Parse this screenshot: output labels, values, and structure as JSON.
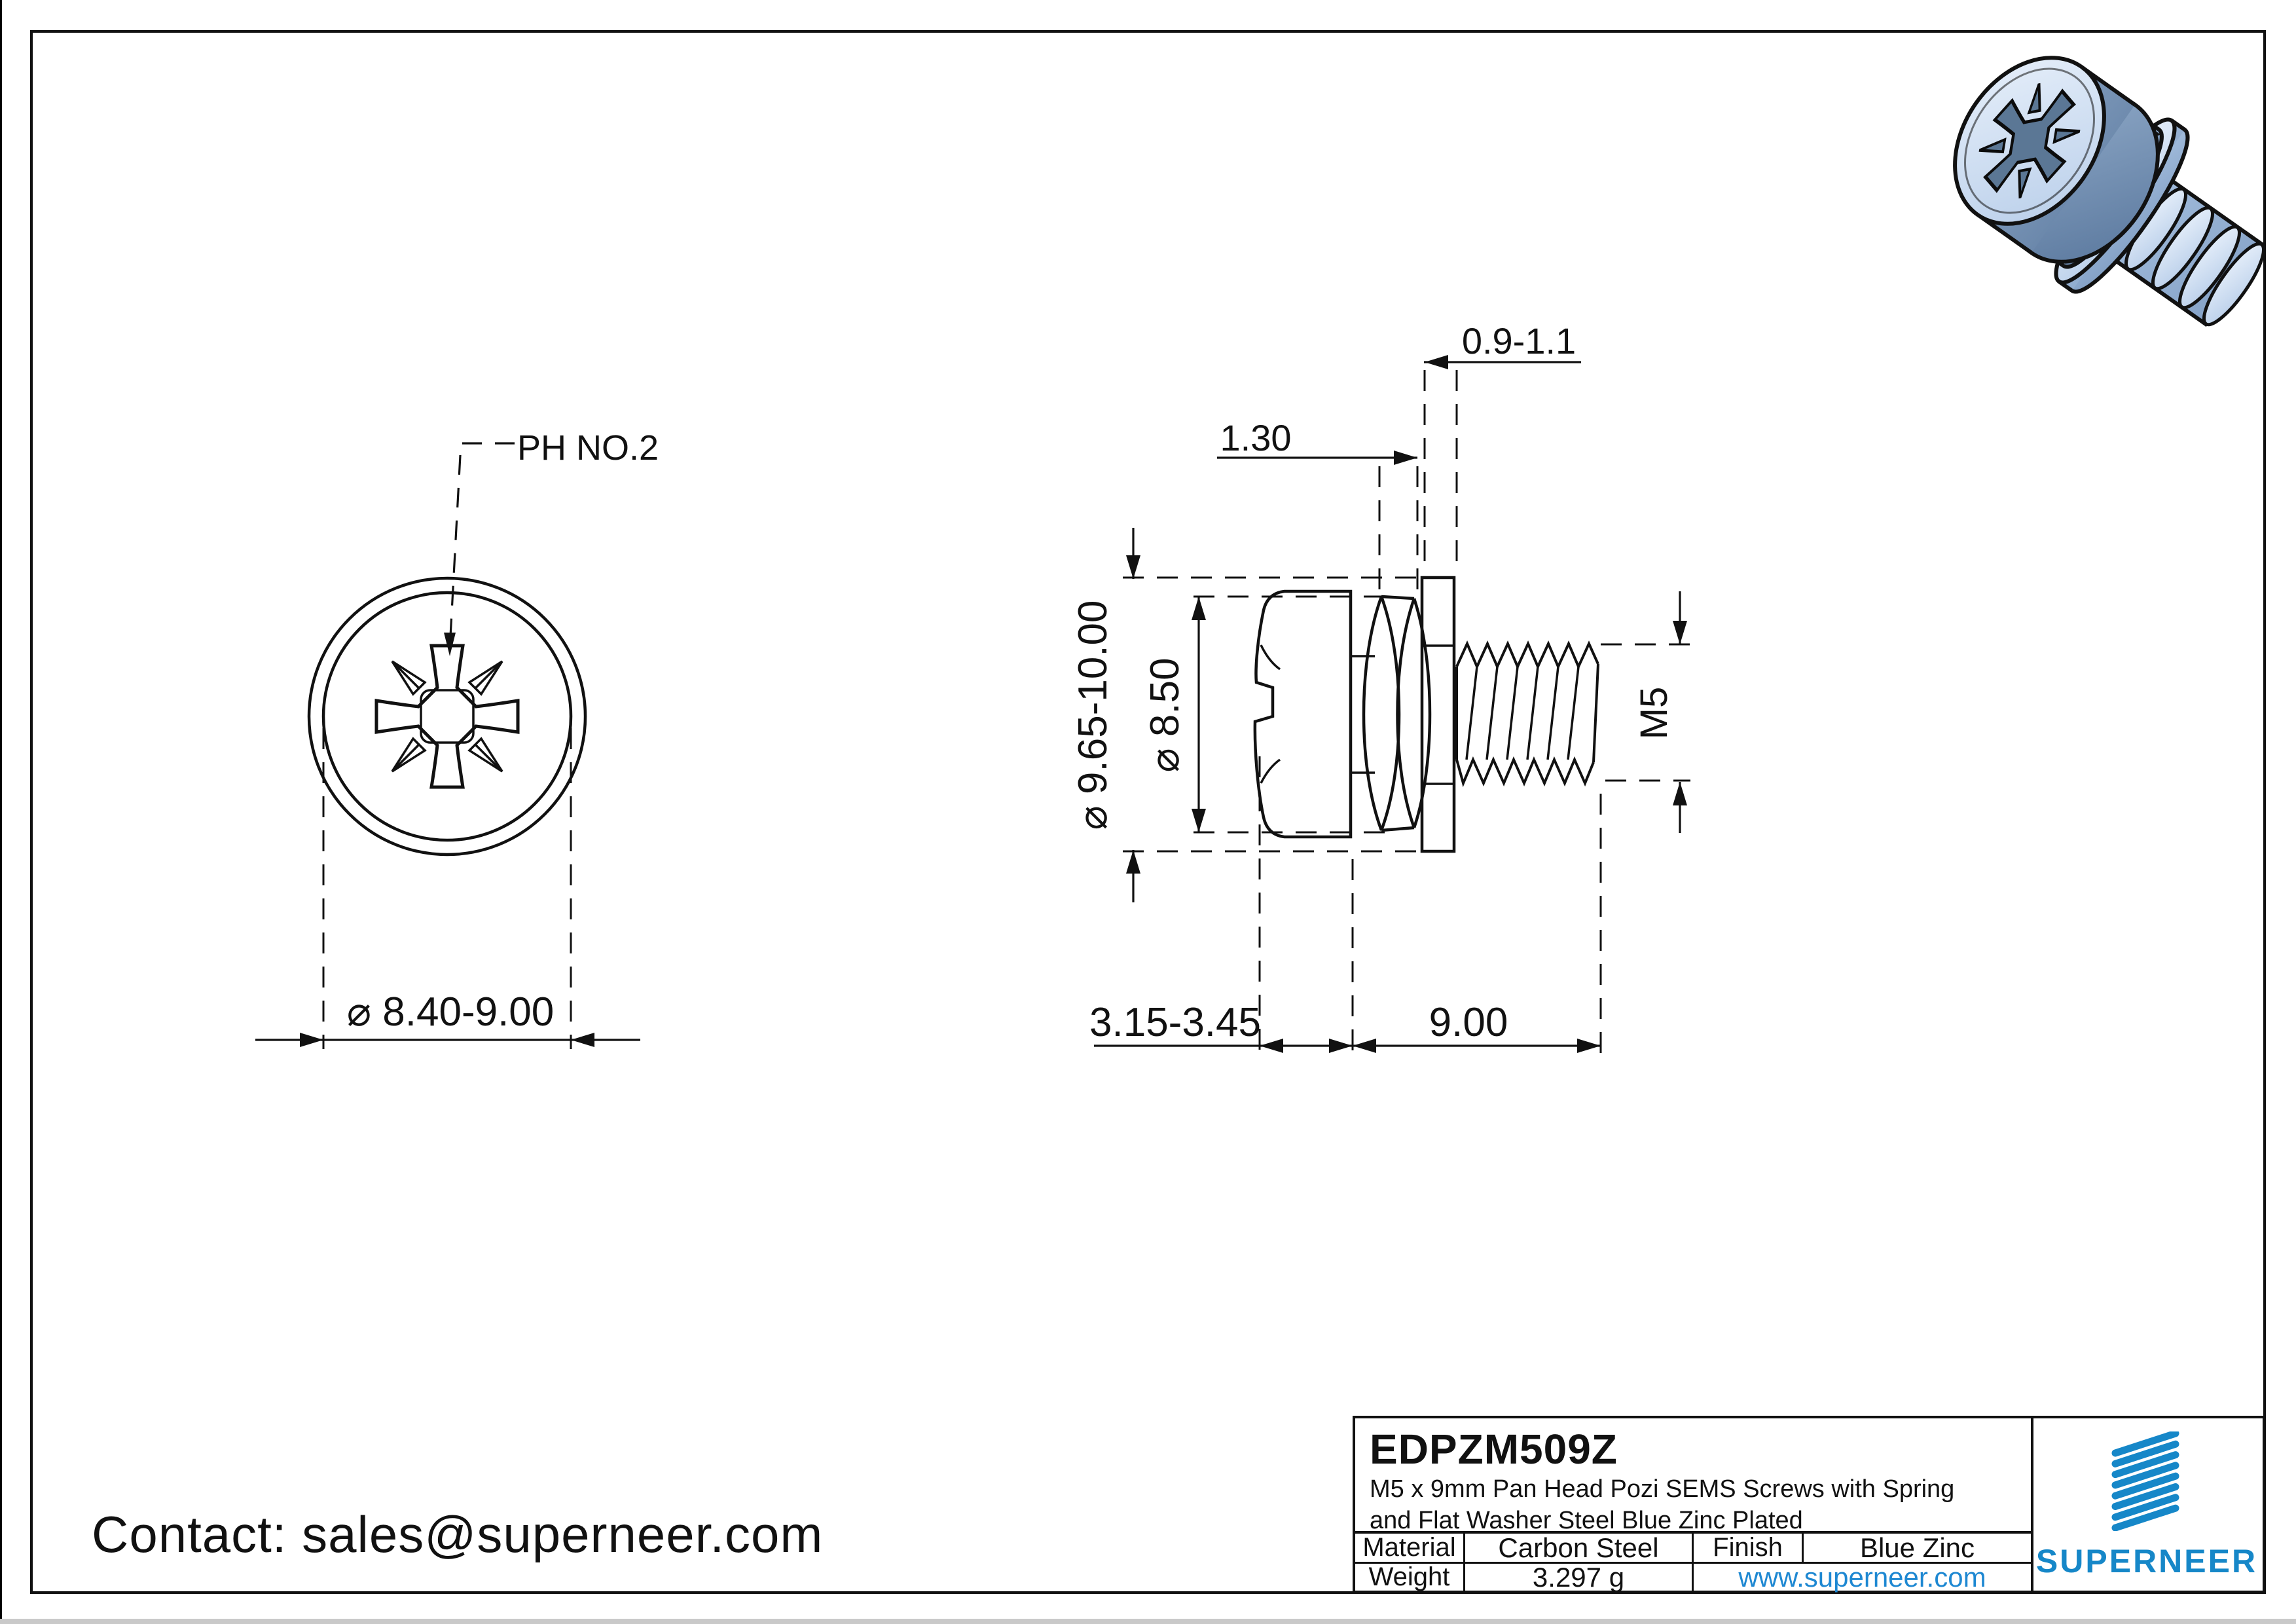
{
  "contact": {
    "label": "Contact: sales@superneer.com"
  },
  "front_view": {
    "drive_note": "PH NO.2",
    "head_diameter": "⌀ 8.40-9.00"
  },
  "side_view": {
    "flat_washer_thickness": "0.9-1.1",
    "spring_washer_thickness": "1.30",
    "flat_washer_od": "⌀ 9.65-10.00",
    "spring_washer_od": "⌀ 8.50",
    "thread_spec": "M5",
    "head_height": "3.15-3.45",
    "thread_length": "9.00"
  },
  "title_block": {
    "part_number": "EDPZM509Z",
    "description": "M5 x 9mm Pan Head Pozi SEMS Screws with Spring and Flat Washer Steel Blue Zinc Plated",
    "material_label": "Material",
    "material_value": "Carbon Steel",
    "finish_label": "Finish",
    "finish_value": "Blue Zinc",
    "weight_label": "Weight",
    "weight_value": "3.297 g"
  },
  "brand": {
    "name": "SUPERNEER",
    "website": "www.superneer.com",
    "logo_blue": "#1687c8",
    "link_blue": "#1e88d2"
  }
}
